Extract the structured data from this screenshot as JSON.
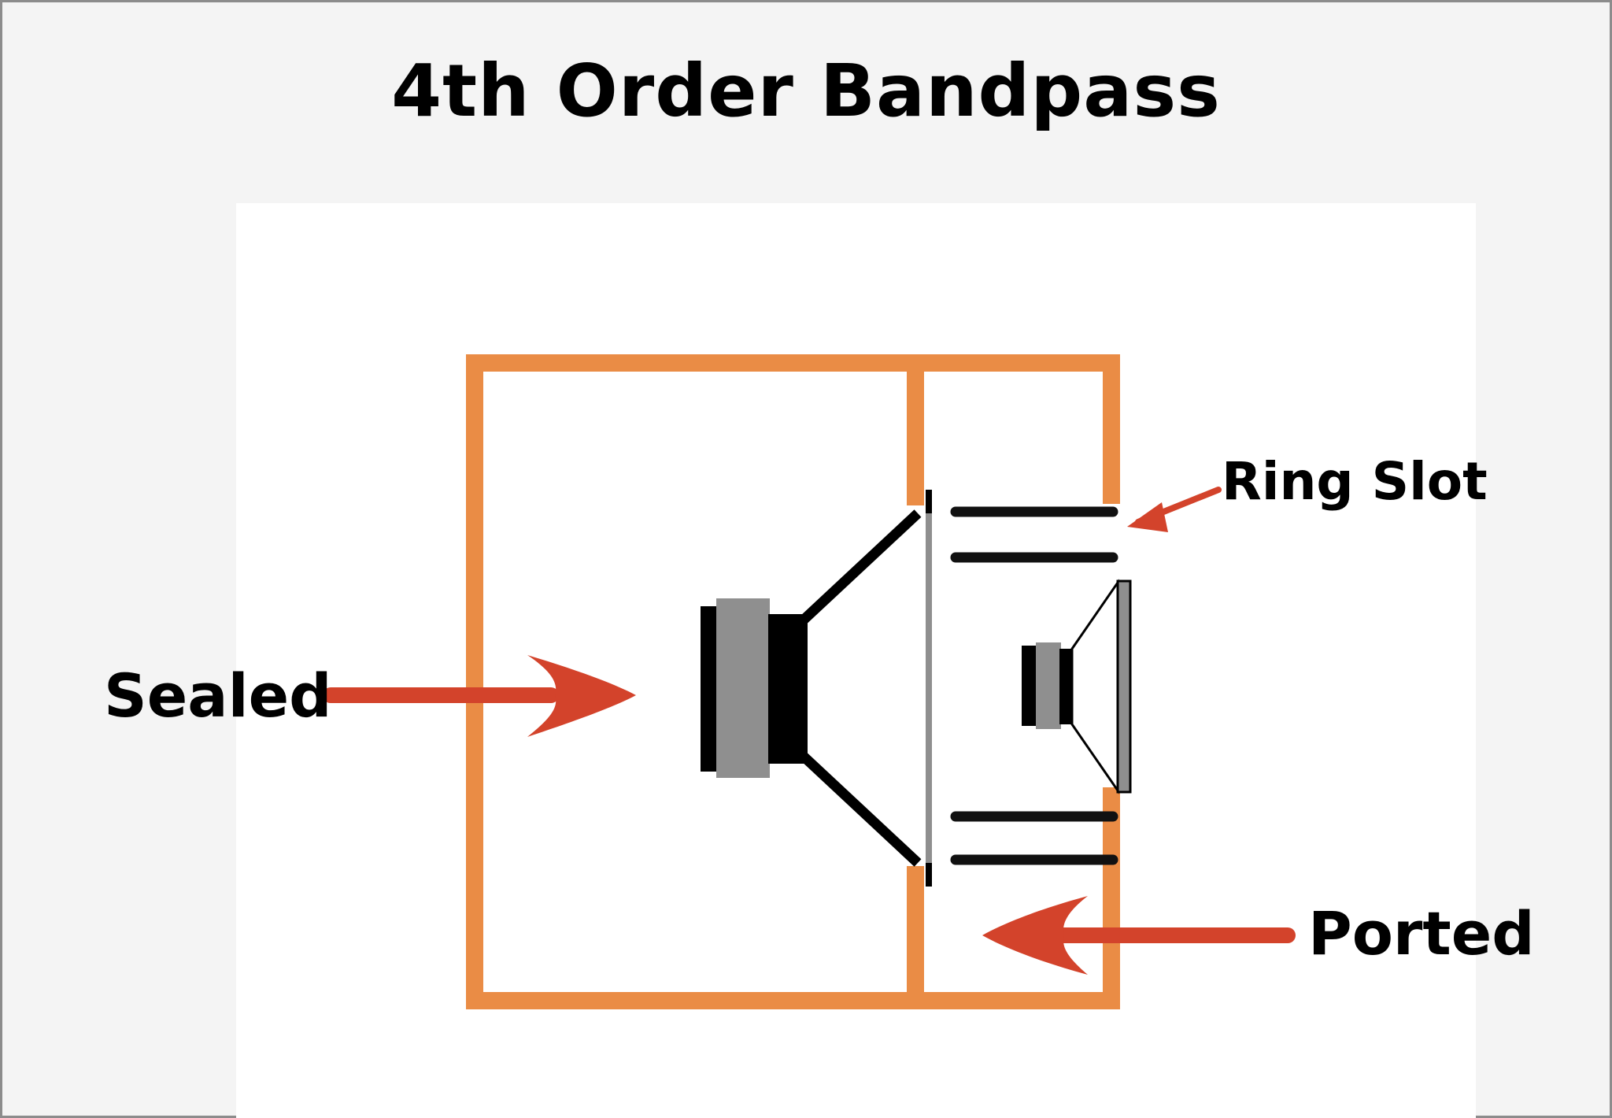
{
  "title": "4th Order Bandpass",
  "labels": {
    "ring_slot": "Ring Slot",
    "sealed": "Sealed",
    "ported": "Ported"
  },
  "colors": {
    "enclosure": "#ea8c45",
    "arrow": "#d3432b",
    "driver_magnet": "#8f8f8f",
    "driver_frame": "#000000"
  }
}
